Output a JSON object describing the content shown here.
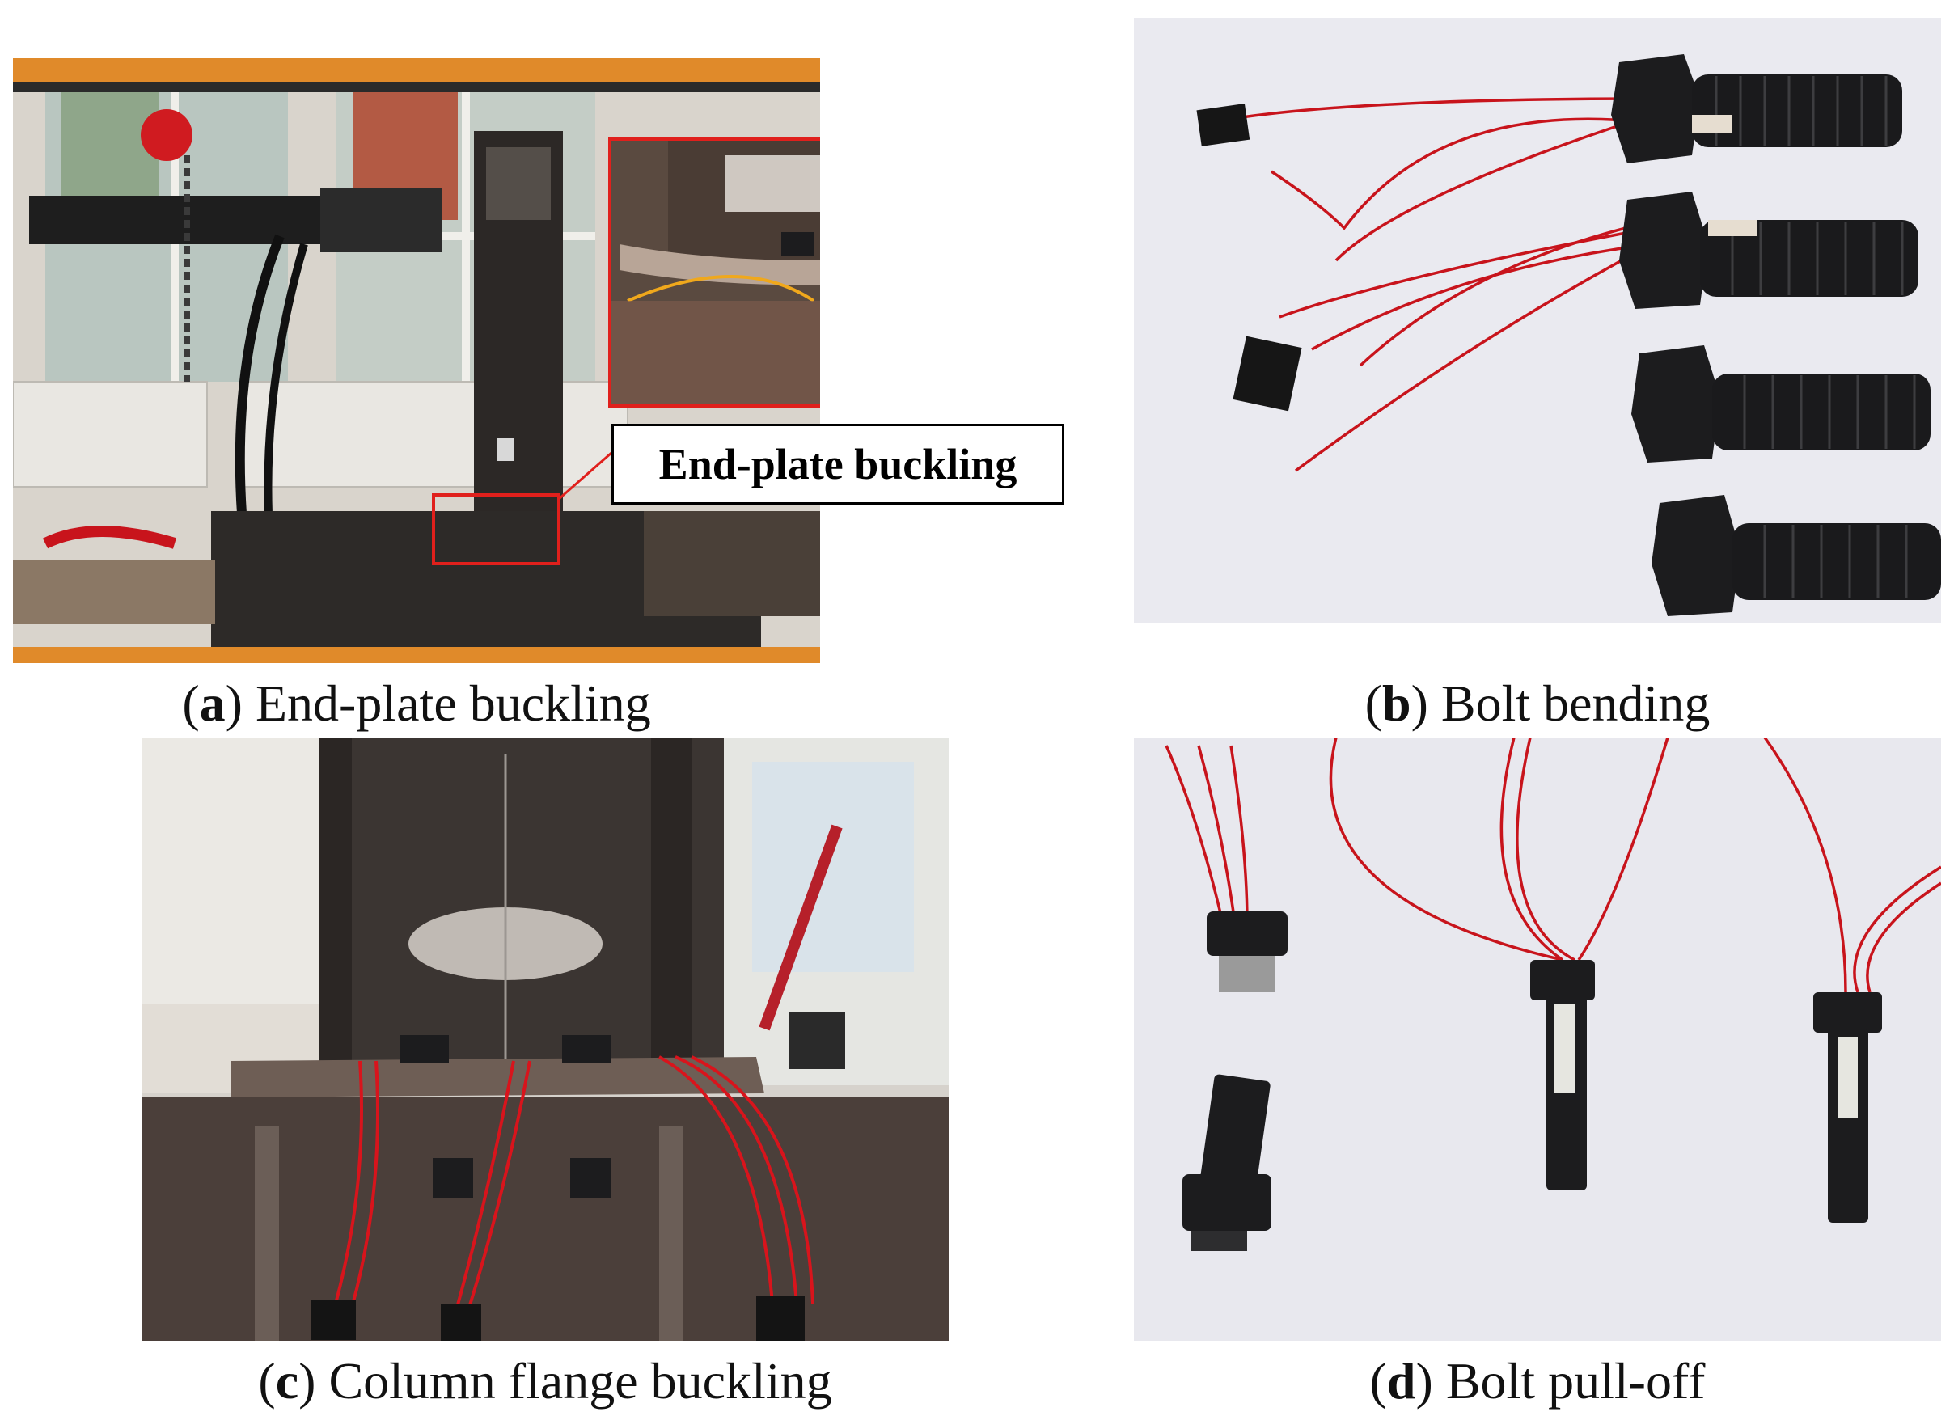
{
  "panels": {
    "a": {
      "letter": "a",
      "caption": "End-plate buckling",
      "callout": "End-plate buckling"
    },
    "b": {
      "letter": "b",
      "caption": "Bolt bending"
    },
    "c": {
      "letter": "c",
      "caption": "Column flange buckling"
    },
    "d": {
      "letter": "d",
      "caption": "Bolt pull-off"
    }
  },
  "colors": {
    "highlight_box": "#e0201c",
    "wire": "#c8141c",
    "steel": "#3a3634",
    "bolt": "#1c1c1e"
  }
}
